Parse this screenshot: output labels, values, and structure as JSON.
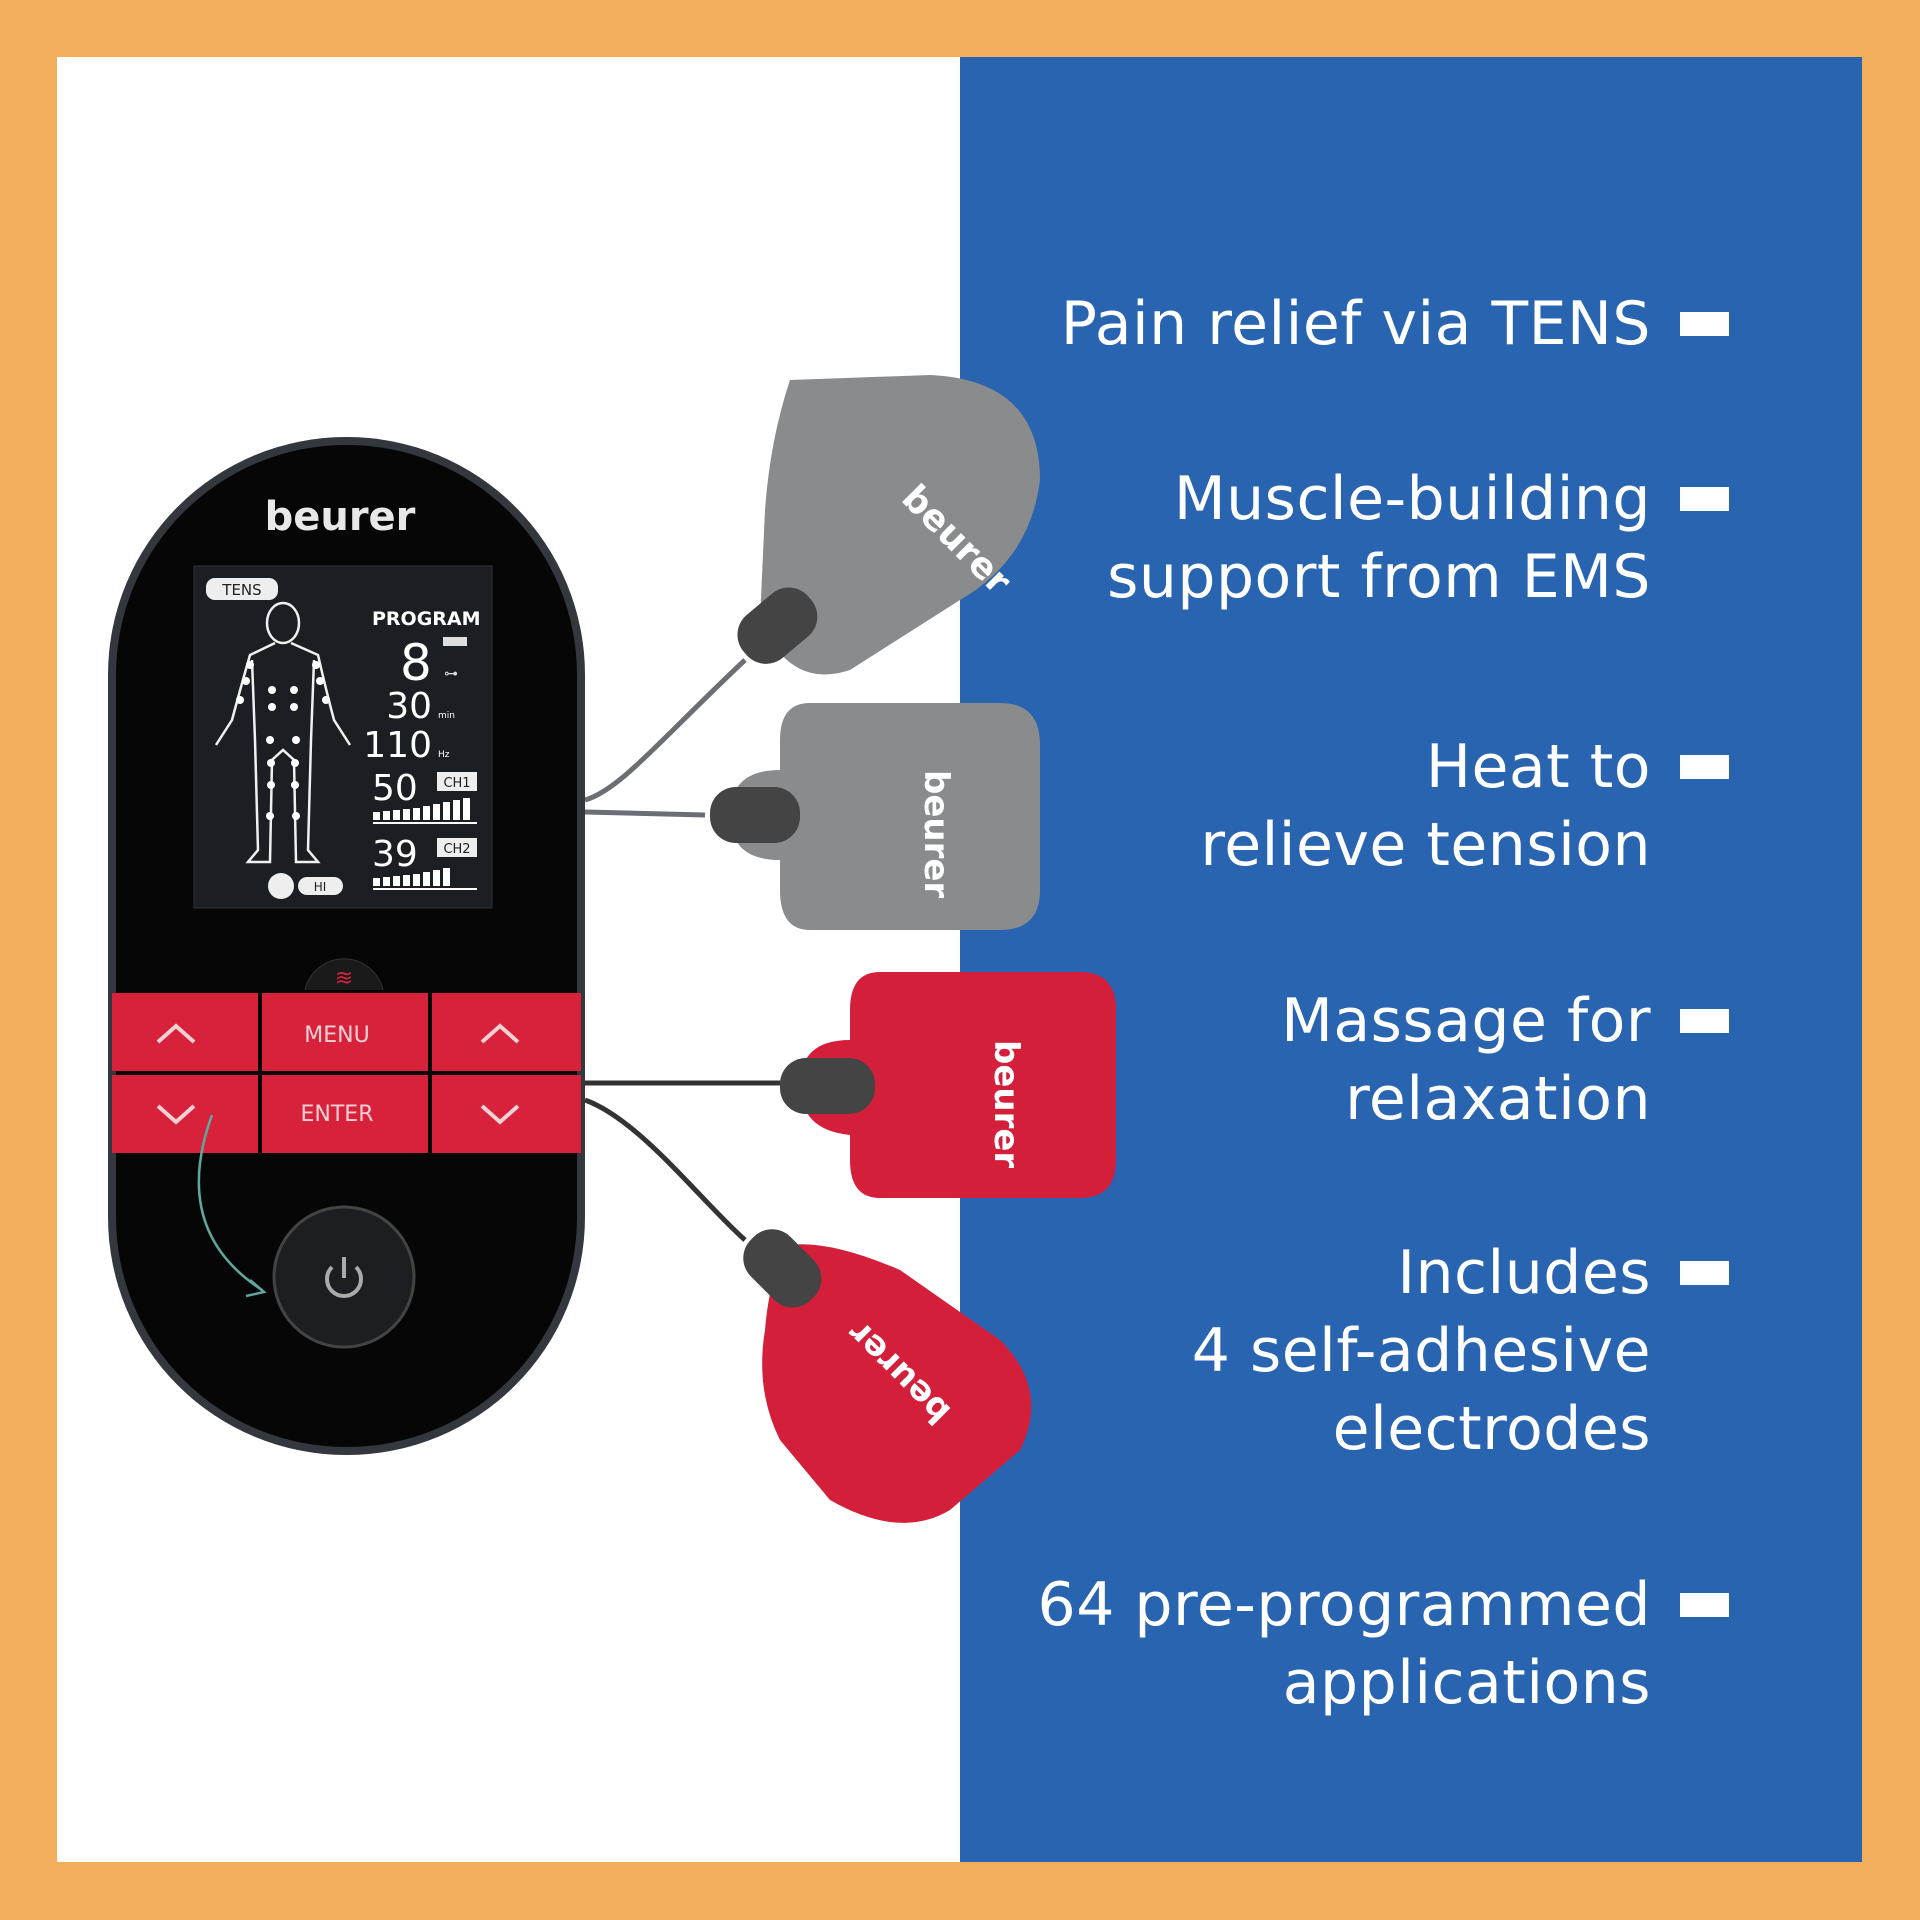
{
  "brand": "beurer",
  "lcd": {
    "mode_badge": "TENS",
    "program_label": "PROGRAM",
    "program_number": "8",
    "time_value": "30",
    "time_unit": "min",
    "frequency_value": "110",
    "frequency_unit": "Hz",
    "ch1_intensity": "50",
    "ch1_label": "CH1",
    "ch2_intensity": "39",
    "ch2_label": "CH2",
    "heat_level": "HI"
  },
  "buttons": {
    "menu": "MENU",
    "enter": "ENTER"
  },
  "features": [
    {
      "lines": [
        "Pain relief via TENS"
      ]
    },
    {
      "lines": [
        "Muscle-building",
        "support from EMS"
      ]
    },
    {
      "lines": [
        "Heat to",
        "relieve tension"
      ]
    },
    {
      "lines": [
        "Massage for",
        "relaxation"
      ]
    },
    {
      "lines": [
        "Includes",
        "4 self-adhesive",
        "electrodes"
      ]
    },
    {
      "lines": [
        "64 pre-programmed",
        "applications"
      ]
    }
  ],
  "colors": {
    "frame": "#F2AE5C",
    "panel": "#2864AF",
    "button_red": "#D8213A",
    "pad_grey": "#8A8B8D",
    "pad_red": "#D41F3A"
  }
}
